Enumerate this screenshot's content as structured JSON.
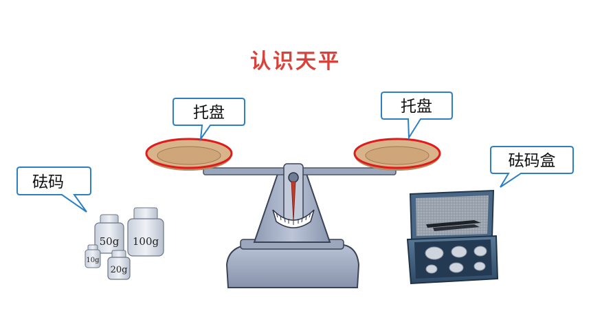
{
  "title": "认识天平",
  "labels": {
    "left_pan": "托盘",
    "right_pan": "托盘",
    "weights": "砝码",
    "weight_box": "砝码盒"
  },
  "weights": {
    "w50": "50g",
    "w100": "100g",
    "w10": "10g",
    "w20": "20g"
  },
  "colors": {
    "title": "#d9413a",
    "callout_border": "#2b7fc4",
    "pan_rim": "#e01b1b",
    "pan_fill": "#d9b48a",
    "balance_body": "#aab4c9",
    "box_body": "#3e5c7a"
  }
}
